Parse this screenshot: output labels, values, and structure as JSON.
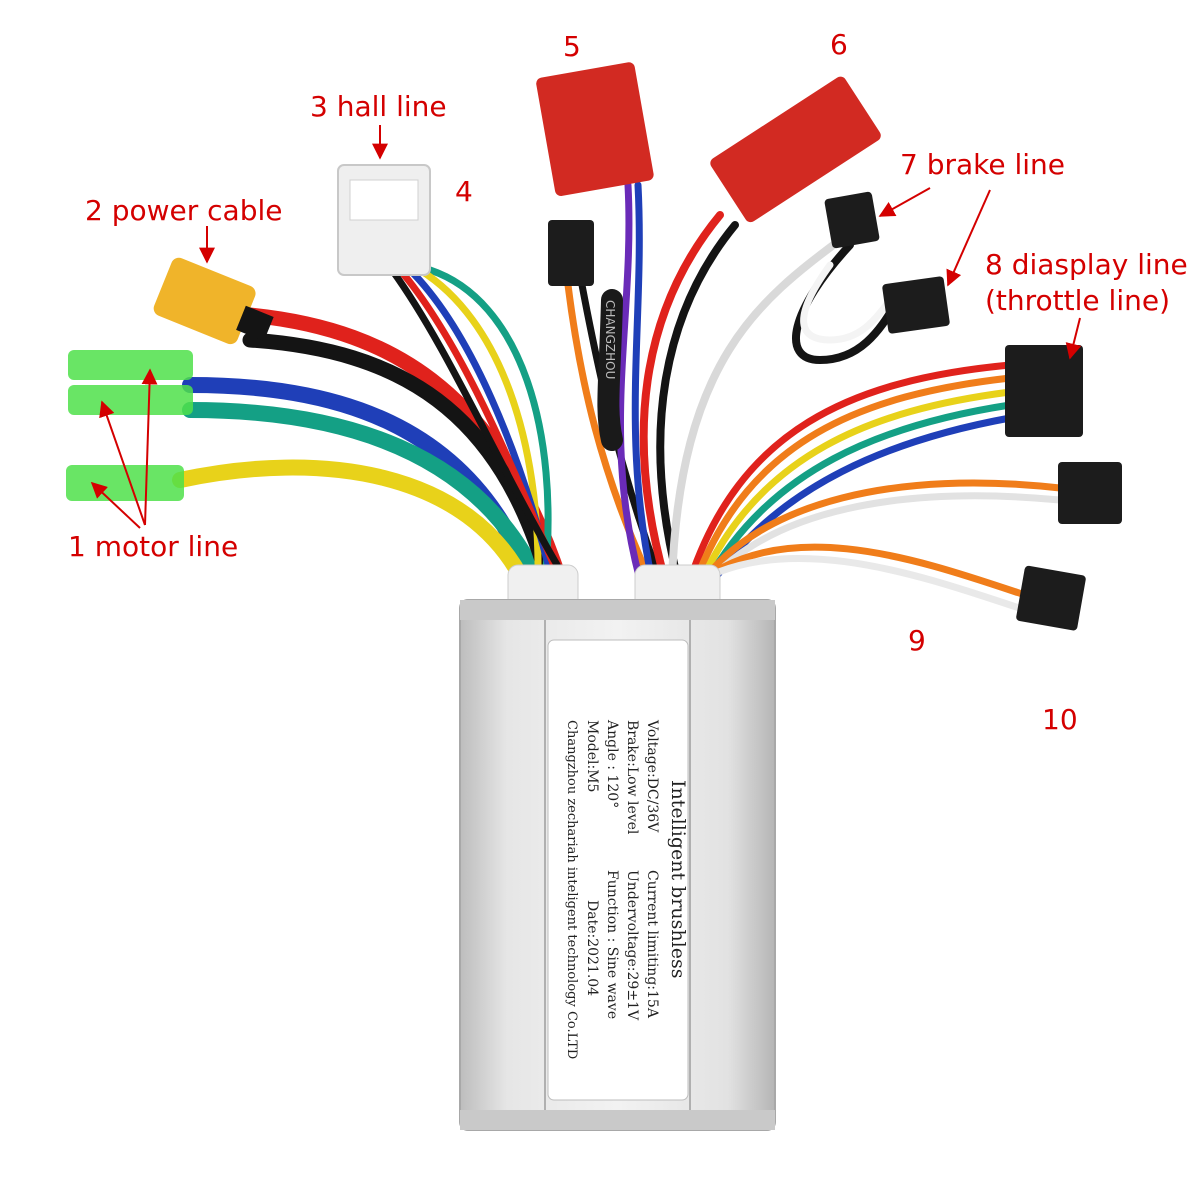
{
  "colors": {
    "annotation": "#d40000",
    "wire_red": "#e0221c",
    "wire_black": "#141414",
    "wire_blue": "#1f3fb8",
    "wire_green": "#14a085",
    "wire_yellow": "#e8d21a",
    "wire_orange": "#f07d1a",
    "wire_white": "#f4f4f4",
    "wire_purple": "#6a2bb8",
    "connector_red": "#d22a22",
    "connector_black": "#1c1c1c",
    "connector_yellow": "#f0b42a",
    "connector_white": "#efefef",
    "terminal_green": "#4fe04a",
    "housing_silver": "#dcdcdc"
  },
  "callouts": {
    "motor": "1 motor line",
    "power": "2 power cable",
    "hall": "3 hall line",
    "n4": "4",
    "n5": "5",
    "n6": "6",
    "brake": "7 brake line",
    "display": "8 diasplay line",
    "display_sub": "(throttle line)",
    "n9": "9",
    "n10": "10"
  },
  "label": {
    "title": "Intelligent brushless",
    "lines": [
      [
        "Voltage:DC/36V",
        "Current limiting:15A"
      ],
      [
        "Brake:Low level",
        "Undervoltage:29±1V"
      ],
      [
        "Angle : 120°",
        "Function : Sine wave"
      ],
      [
        "Model:M5",
        "Date:2021.04"
      ]
    ],
    "maker": "Changzhou zechariah inteligent technology Co.LTD"
  },
  "sleeve_text": "CHANGZHOU"
}
